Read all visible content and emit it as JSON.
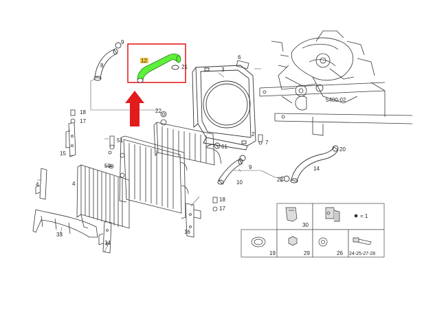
{
  "colors": {
    "highlight_hose": "#5cf03a",
    "highlight_box": "#e00000",
    "arrow": "#e21b1b",
    "part_number_badge": "#f5c842",
    "line": "#333333"
  },
  "diagram_code": "5400-02",
  "highlighted_part": "12",
  "callouts": {
    "c8": "8",
    "c9a": "9",
    "c12": "12",
    "c21": "21",
    "c6": "6",
    "c3": "3",
    "c18": "18",
    "c17a": "17",
    "c22": "22",
    "c51": "51",
    "c15": "15",
    "c50": "50",
    "c4a": "4",
    "c4b": "4",
    "c61": "61",
    "c9b": "9",
    "c10": "10",
    "c2": "2",
    "c20": "20",
    "c14": "14",
    "c22b": "22",
    "c7": "7",
    "c18b": "18",
    "c17b": "17",
    "c16": "16",
    "c33": "33",
    "c34": "34"
  },
  "legend": {
    "cell_30": "30",
    "cell_eq": "= 1",
    "cell_19": "19",
    "cell_29": "29",
    "cell_26": "26",
    "cell_24_28": "24-25-27-28"
  }
}
